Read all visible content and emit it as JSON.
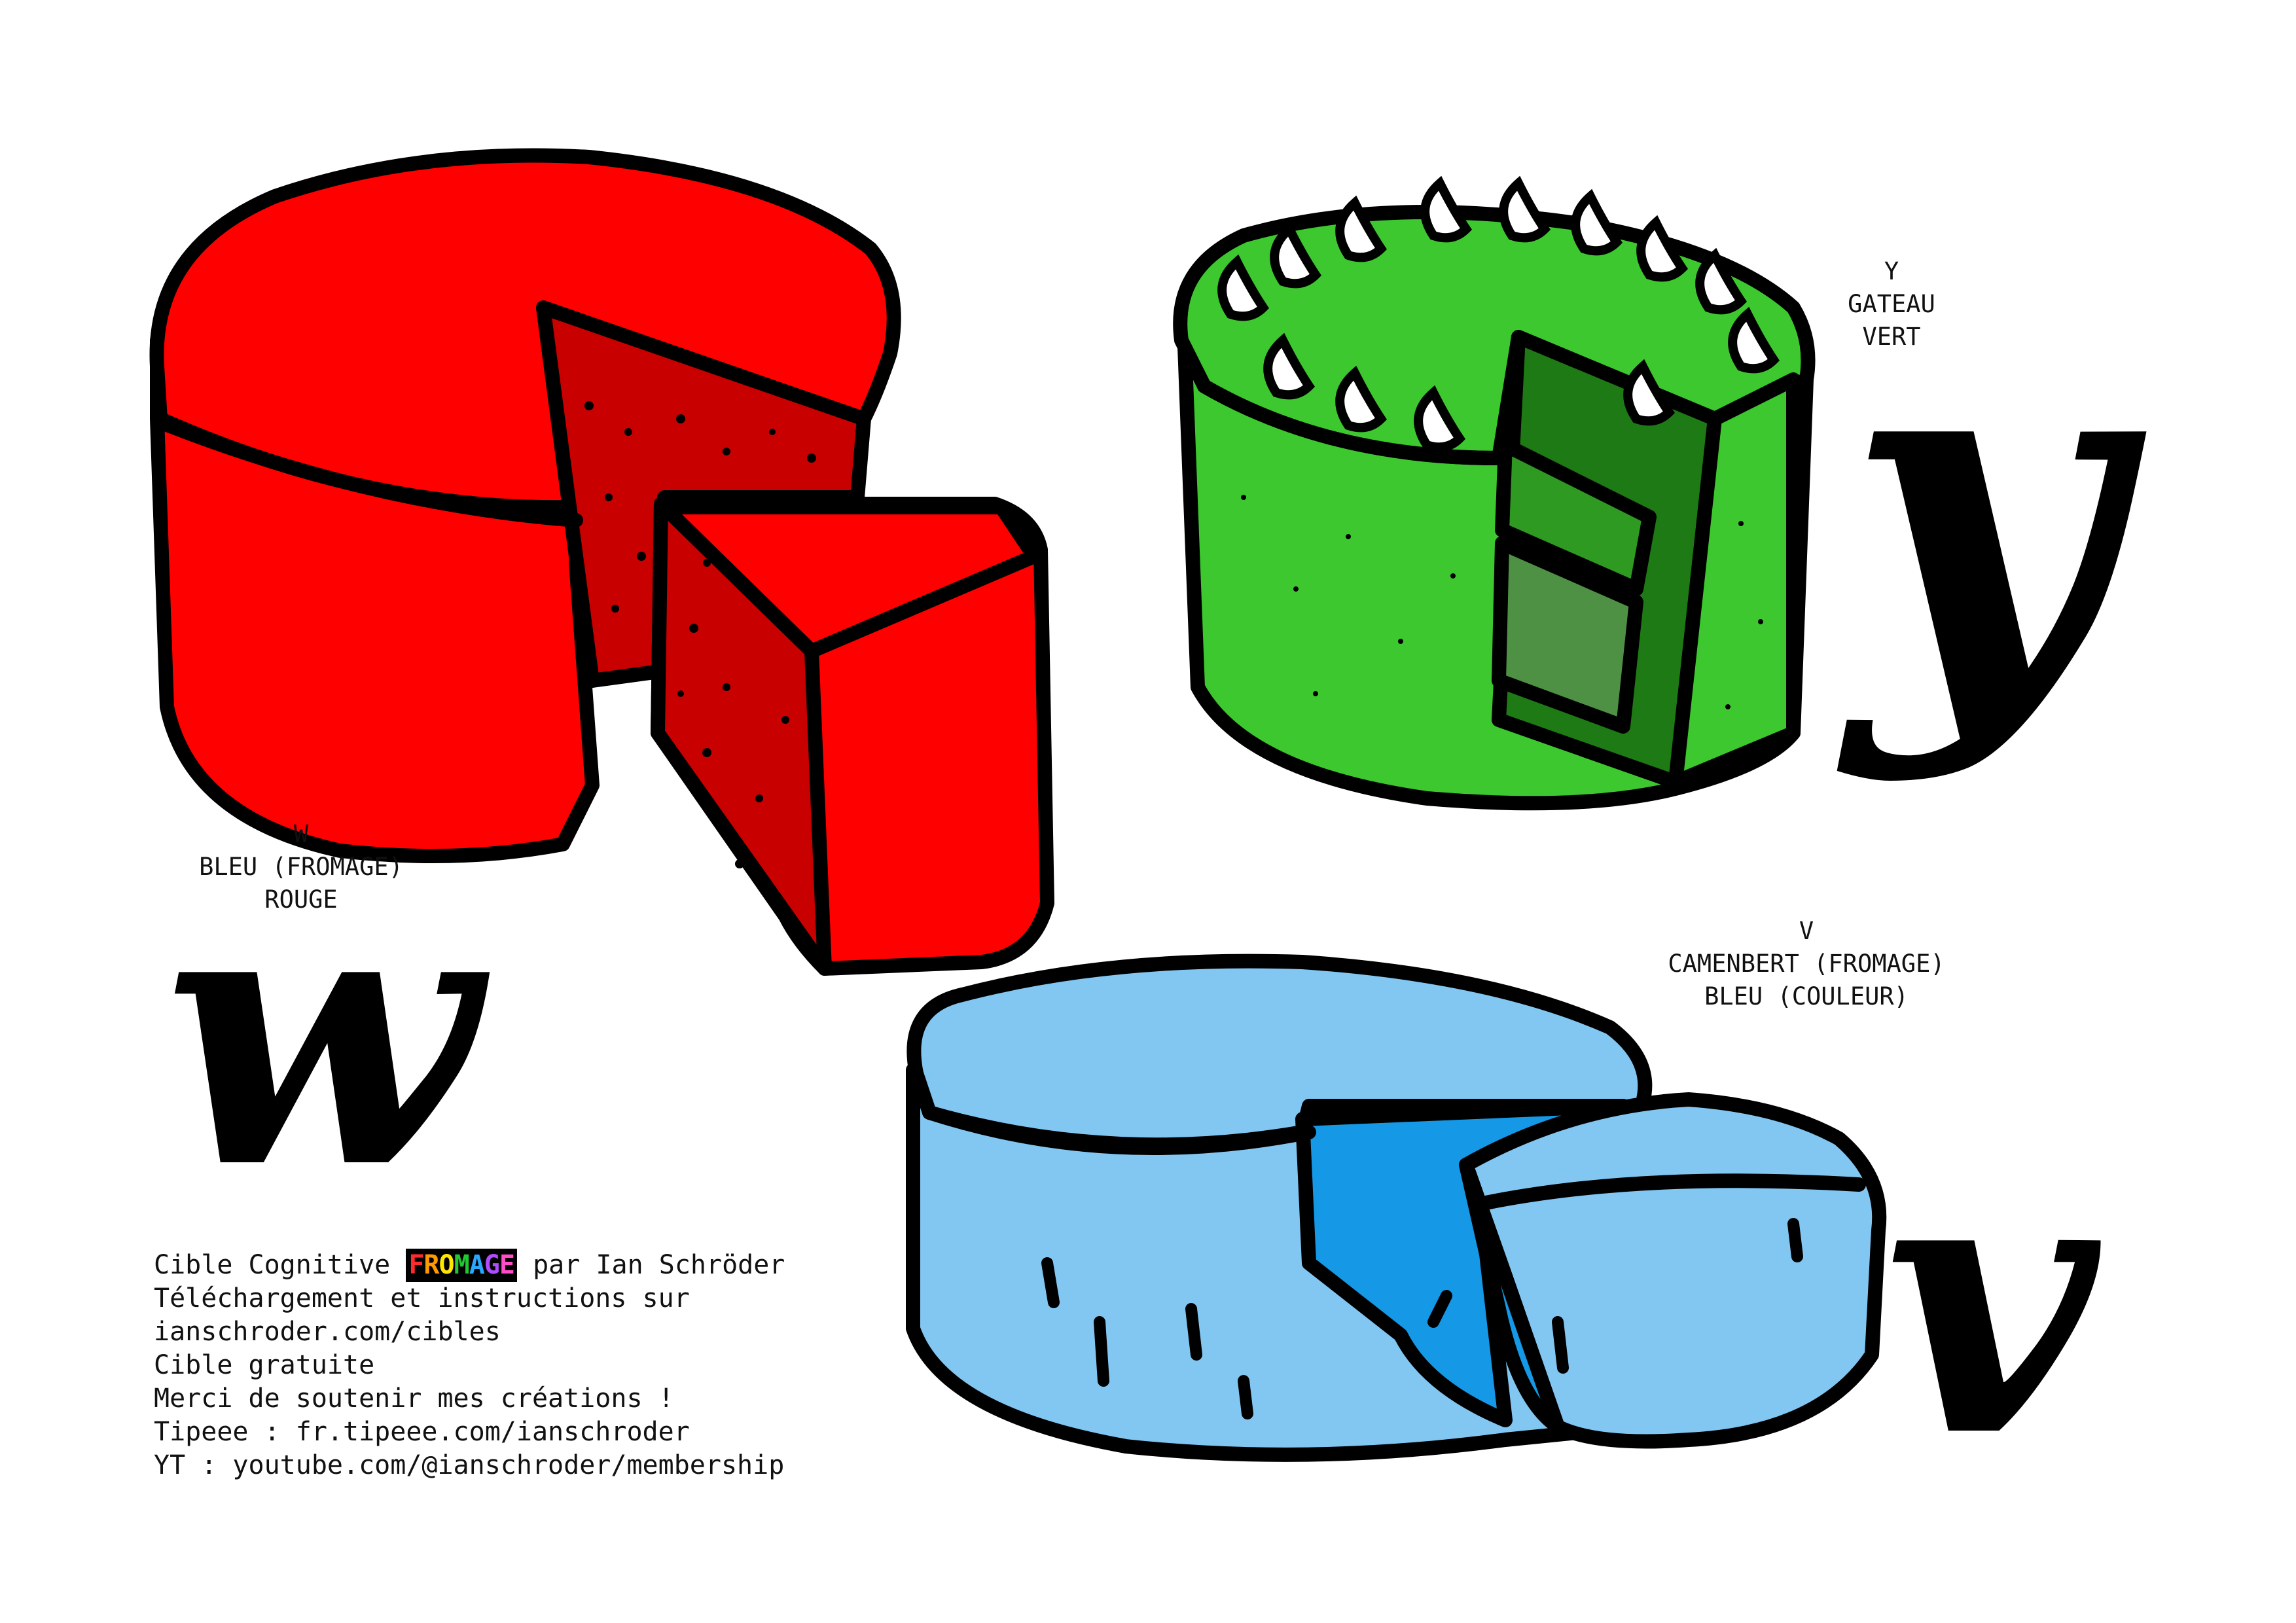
{
  "targets": {
    "red_cheese": {
      "letter": "W",
      "lines": [
        "BLEU (FROMAGE)",
        "ROUGE"
      ],
      "glyph": "w"
    },
    "green_cake": {
      "letter": "Y",
      "lines": [
        "GATEAU",
        "VERT"
      ],
      "glyph": "y"
    },
    "blue_camembert": {
      "letter": "V",
      "lines": [
        "CAMENBERT (FROMAGE)",
        "BLEU (COULEUR)"
      ],
      "glyph": "v"
    }
  },
  "credits": {
    "prefix": "Cible Cognitive",
    "brand": [
      "F",
      "R",
      "O",
      "M",
      "A",
      "G",
      "E"
    ],
    "brand_colors": [
      "#ff2a2a",
      "#ff9900",
      "#ffe600",
      "#22c832",
      "#2aa8ff",
      "#b04cff",
      "#ff4cc8"
    ],
    "suffix": "par Ian Schröder",
    "lines": [
      "Téléchargement et instructions sur",
      "ianschroder.com/cibles",
      "Cible gratuite",
      "Merci de soutenir mes créations !",
      "Tipeee : fr.tipeee.com/ianschroder",
      "YT : youtube.com/@ianschroder/membership"
    ]
  },
  "colors": {
    "red": "#ff0000",
    "red_inside": "#c80000",
    "green": "#3cc82e",
    "green_dark": "#1e7a14",
    "green_mid": "#2f9a22",
    "green_light": "#4f9144",
    "blue_light": "#82c6f2",
    "blue_inside": "#1598e6"
  }
}
